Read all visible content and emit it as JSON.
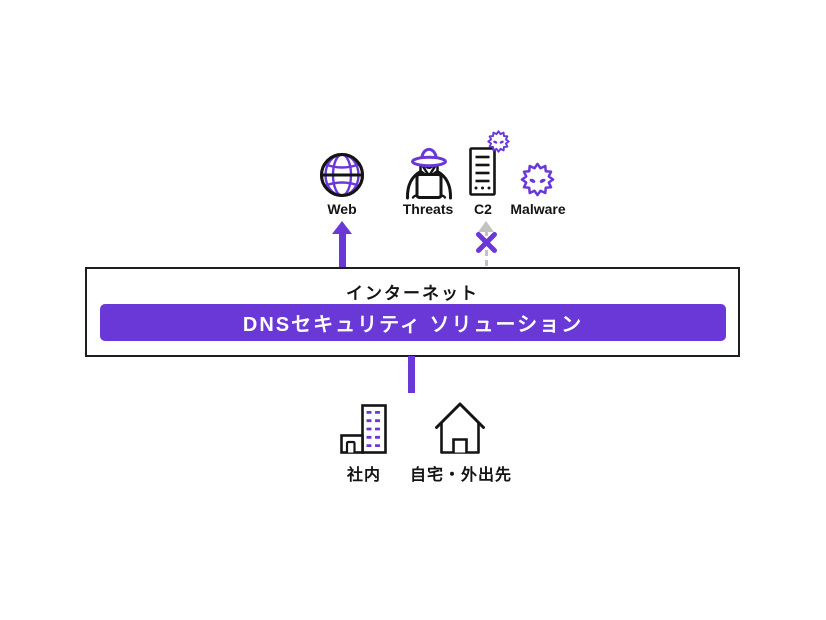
{
  "colors": {
    "accent": "#6A38D6",
    "blocked_gray": "#C3C3C3",
    "ink": "#141414"
  },
  "internet_zone": {
    "title": "インターネット",
    "solution_banner": "DNSセキュリティ ソリューション"
  },
  "destinations": [
    {
      "label": "Web",
      "icon": "globe-icon",
      "access": "allowed"
    },
    {
      "label": "Threats",
      "icon": "spy-icon",
      "access": "none"
    },
    {
      "label": "C2",
      "icon": "c2-server-icon",
      "access": "blocked"
    },
    {
      "label": "Malware",
      "icon": "malware-virus-icon",
      "access": "none"
    }
  ],
  "clients": [
    {
      "label": "社内",
      "icon": "office-building-icon"
    },
    {
      "label": "自宅・外出先",
      "icon": "house-icon"
    }
  ]
}
